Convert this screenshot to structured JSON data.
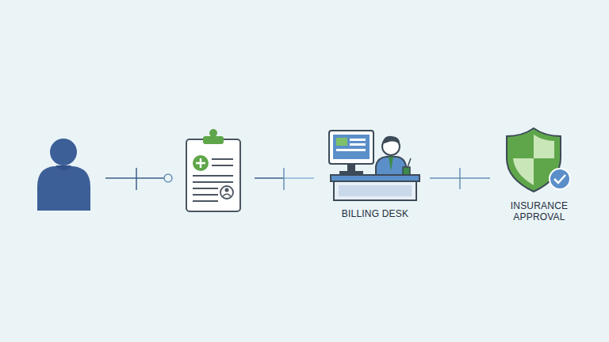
{
  "diagram": {
    "nodes": [
      {
        "text": [
          "BILLING DESK"
        ]
      },
      {
        "text": [
          "INSURANCE APPROVAL"
        ]
      }
    ],
    "edges": [
      {
        "from": 0,
        "to": 1,
        "arrow": "none"
      }
    ]
  }
}
